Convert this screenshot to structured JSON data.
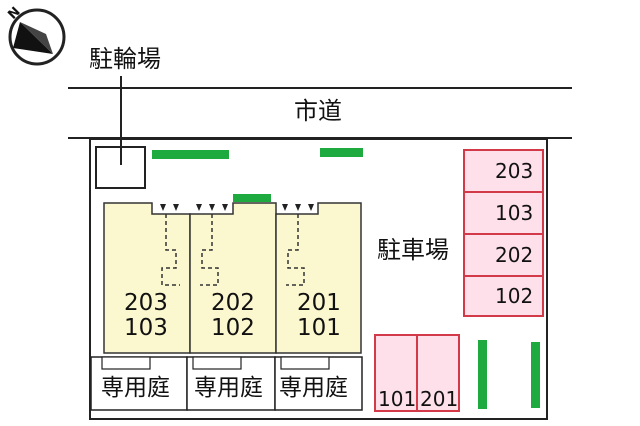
{
  "compass": {
    "label": "N",
    "icon": "north-arrow-icon"
  },
  "labels": {
    "bicycle_parking": "駐輪場",
    "city_road": "市道",
    "parking_lot": "駐車場"
  },
  "units": [
    {
      "upper": "203",
      "lower": "103"
    },
    {
      "upper": "202",
      "lower": "102"
    },
    {
      "upper": "201",
      "lower": "101"
    }
  ],
  "private_gardens": [
    "専用庭",
    "専用庭",
    "専用庭"
  ],
  "parking_spaces_right": [
    "203",
    "103",
    "202",
    "102"
  ],
  "parking_spaces_bottom": [
    "101",
    "201"
  ],
  "colors": {
    "building_fill": "#fbf7cf",
    "parking_fill": "#fde0ea",
    "parking_stroke": "#d23a4a",
    "planting": "#1faa3f",
    "line": "#222222"
  }
}
